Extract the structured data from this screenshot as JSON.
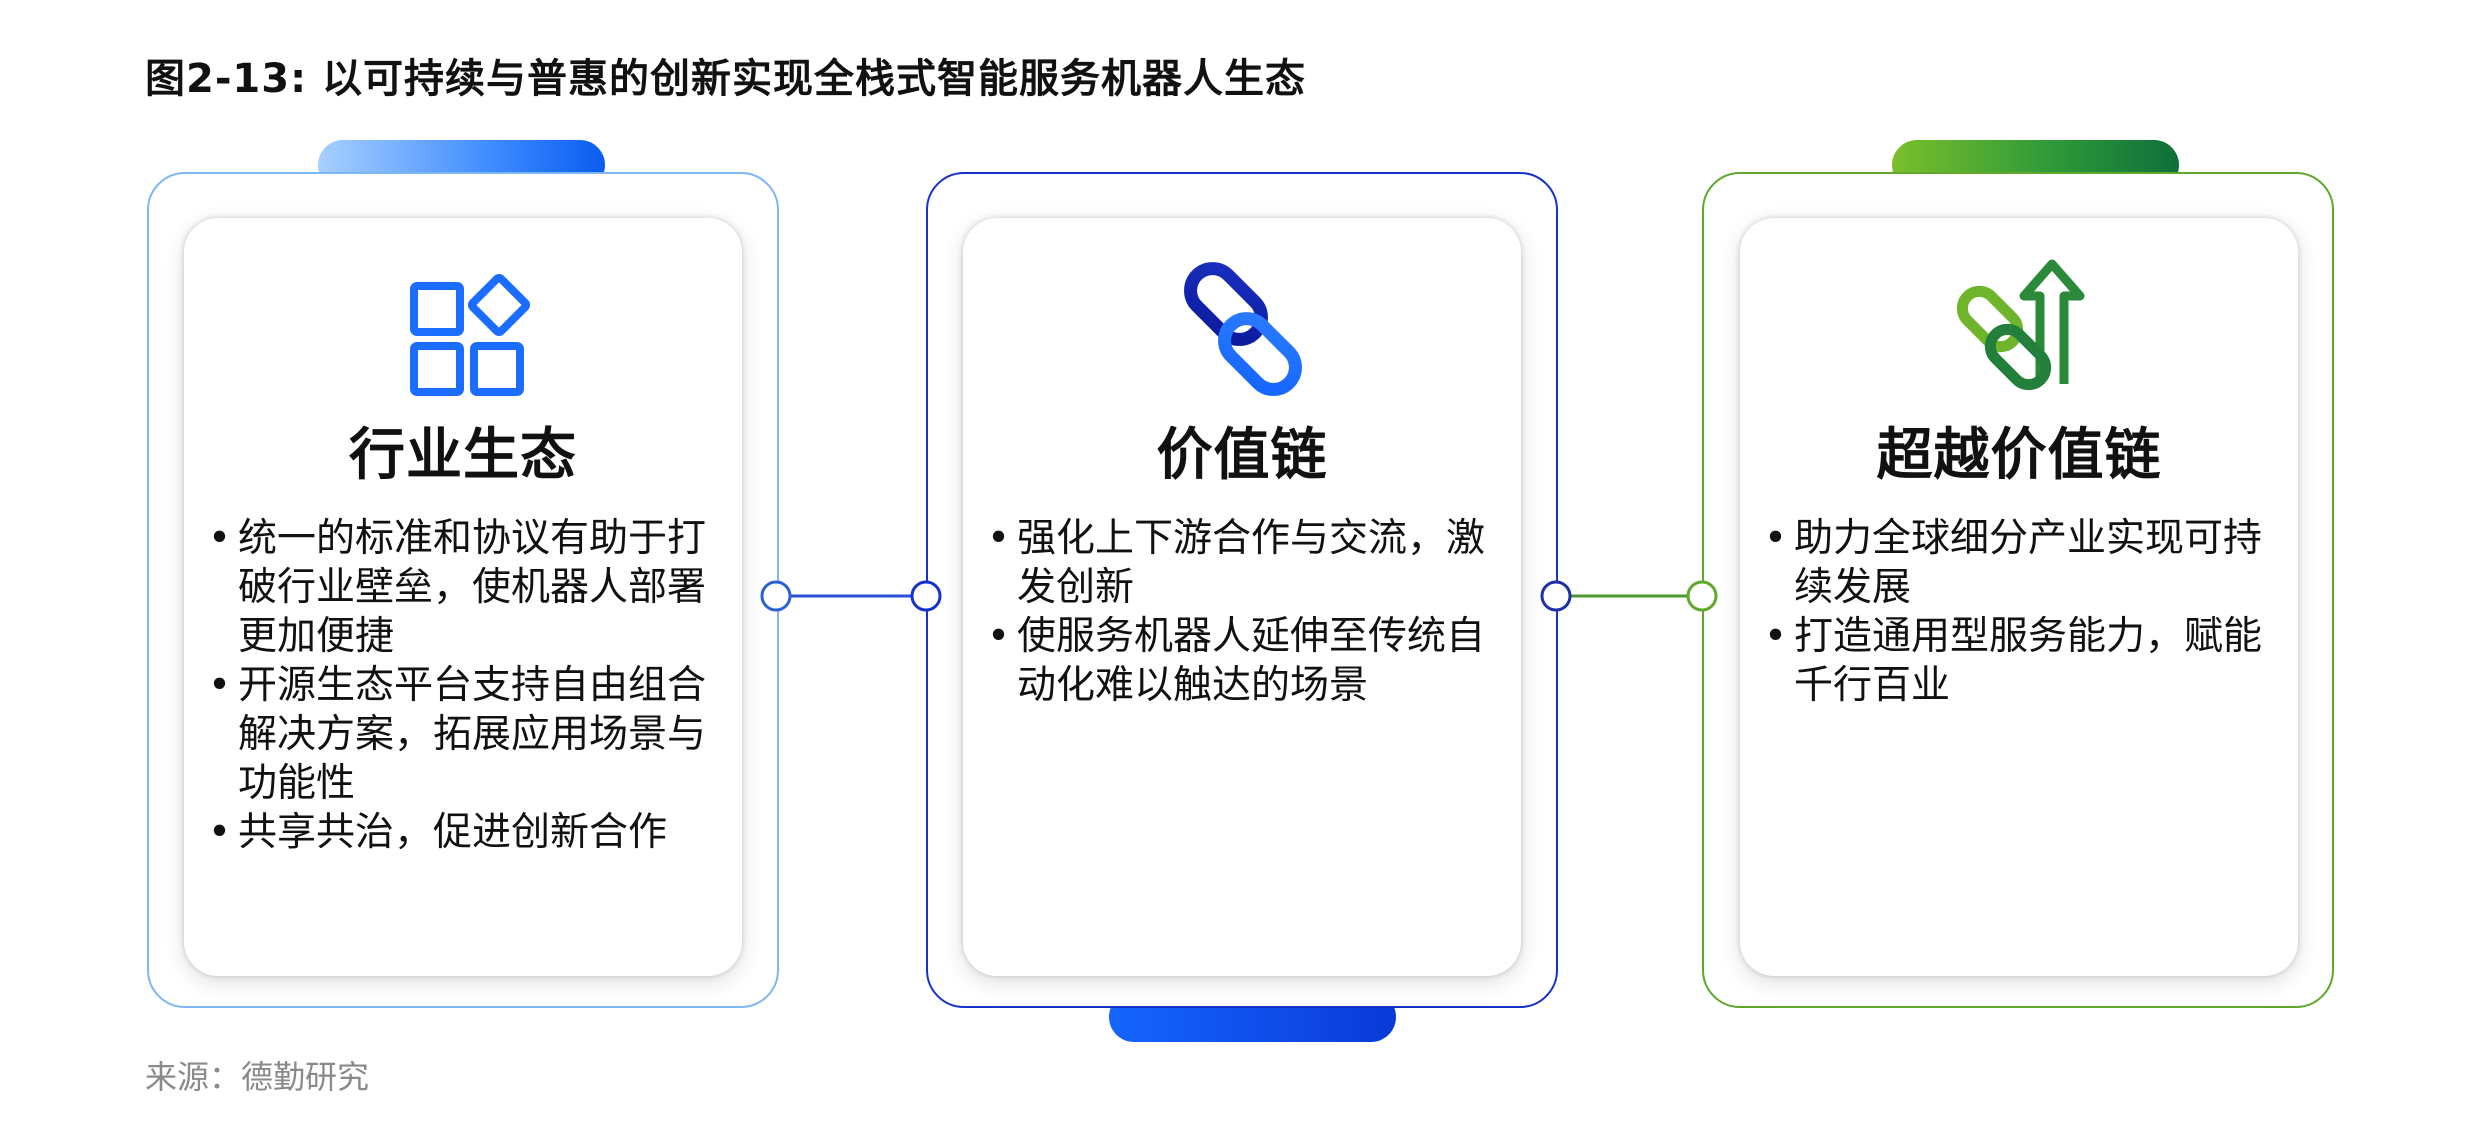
{
  "figure": {
    "title": "图2-13: 以可持续与普惠的创新实现全栈式智能服务机器人生态",
    "source": "来源：德勤研究"
  },
  "colors": {
    "blue_light": "#7fb6f6",
    "blue_bright": "#1565ff",
    "navy": "#1633c9",
    "green_light": "#7bbf2b",
    "green_dark": "#0f6f3a"
  },
  "cards": [
    {
      "title": "行业生态",
      "icon": "grid-apps-icon",
      "bullets": [
        "统一的标准和协议有助于打破行业壁垒，使机器人部署更加便捷",
        "开源生态平台支持自由组合解决方案，拓展应用场景与功能性",
        "共享共治，促进创新合作"
      ]
    },
    {
      "title": "价值链",
      "icon": "chain-link-icon",
      "bullets": [
        "强化上下游合作与交流，激发创新",
        "使服务机器人延伸至传统自动化难以触达的场景"
      ]
    },
    {
      "title": "超越价值链",
      "icon": "chain-link-up-arrow-icon",
      "bullets": [
        "助力全球细分产业实现可持续发展",
        "打造通用型服务能力，赋能千行百业"
      ]
    }
  ]
}
